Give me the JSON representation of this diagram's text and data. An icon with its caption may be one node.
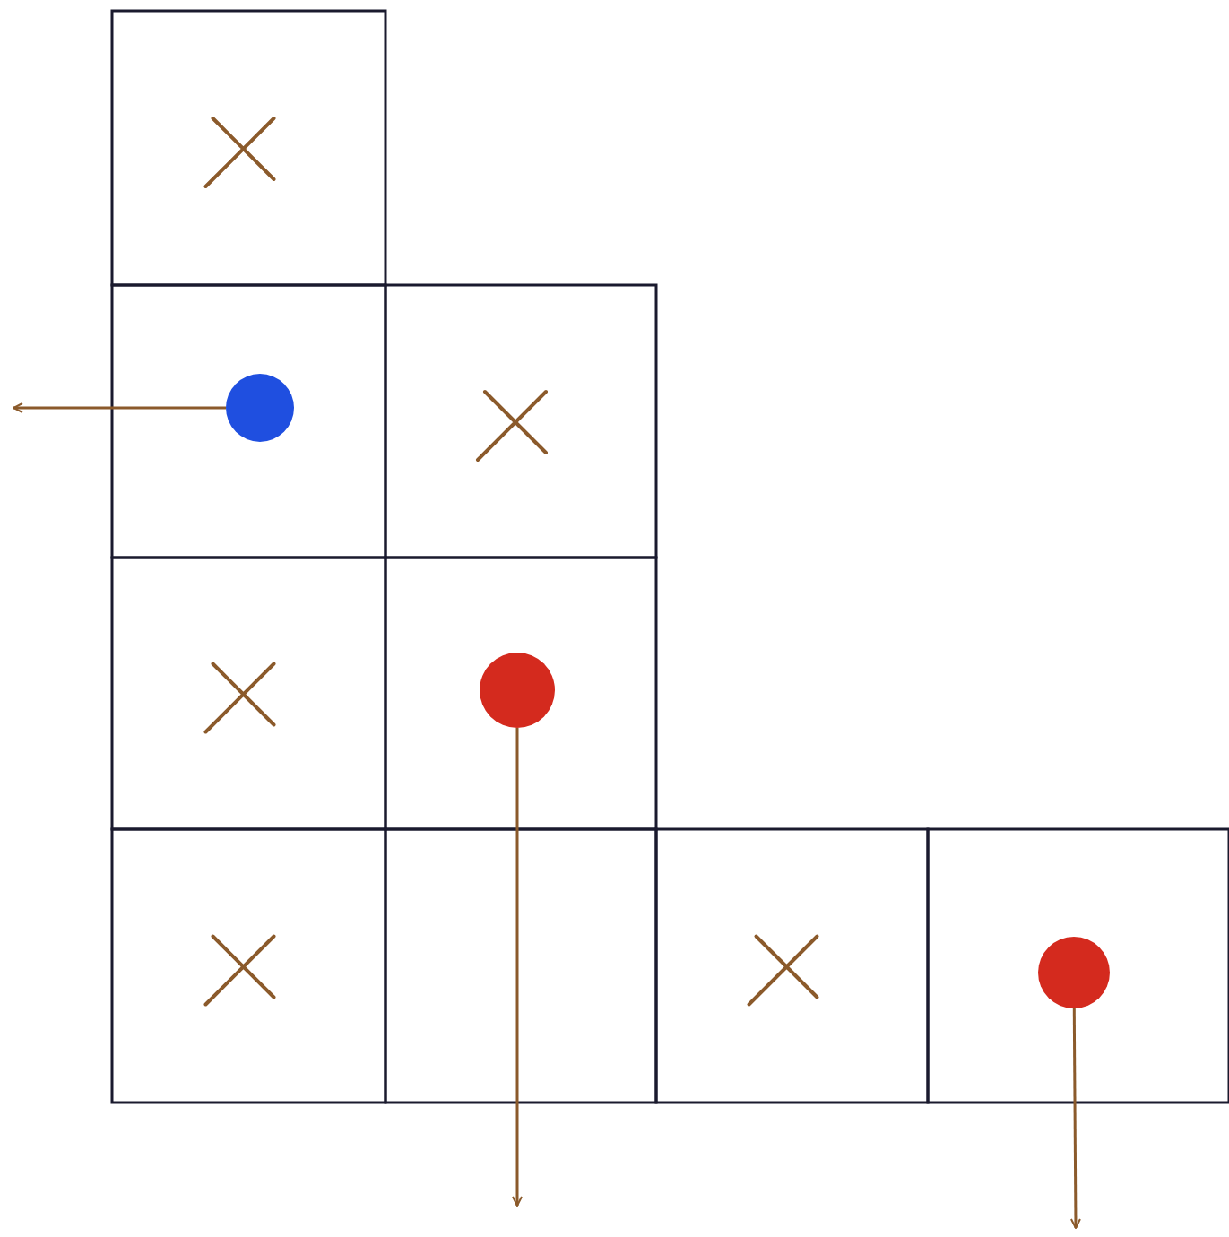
{
  "diagram": {
    "nodes": [
      {
        "text": [],
        "shape": "circle"
      },
      {
        "text": [],
        "shape": "circle"
      },
      {
        "text": [],
        "shape": "circle"
      }
    ],
    "edges": [
      {
        "from": 0,
        "to": null,
        "arrow": "to"
      },
      {
        "from": 1,
        "to": null,
        "arrow": "to"
      },
      {
        "from": 2,
        "to": null,
        "arrow": "to"
      }
    ]
  }
}
